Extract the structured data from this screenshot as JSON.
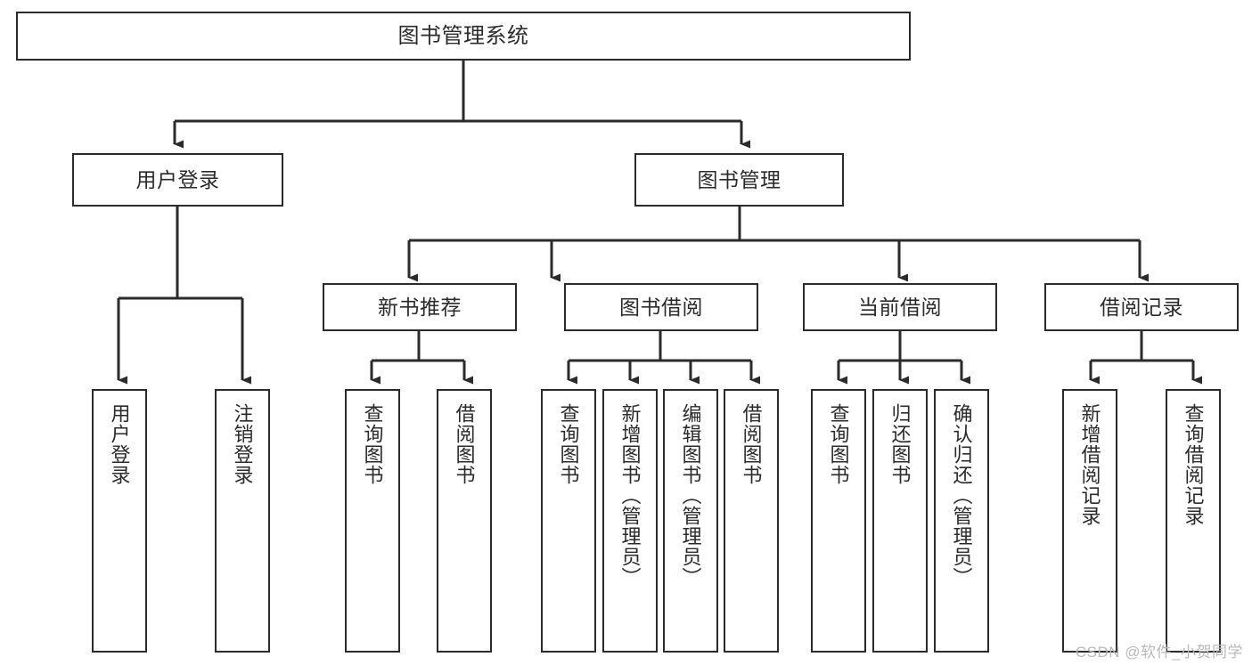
{
  "diagram": {
    "title": "图书管理系统",
    "type": "tree-hierarchy-diagram",
    "colors": {
      "box_border": "#2b2b2b",
      "box_fill": "#ffffff",
      "connector": "#2b2b2b",
      "text": "#2b2b2b",
      "background": "#ffffff",
      "watermark": "#b9b9b9"
    },
    "root": {
      "label": "图书管理系统"
    },
    "level2": [
      {
        "label": "用户登录"
      },
      {
        "label": "图书管理"
      }
    ],
    "level3": [
      {
        "label": "新书推荐"
      },
      {
        "label": "图书借阅"
      },
      {
        "label": "当前借阅"
      },
      {
        "label": "借阅记录"
      }
    ],
    "leaves": {
      "user_login": [
        {
          "label": "用户登录"
        },
        {
          "label": "注销登录"
        }
      ],
      "new_book_recommend": [
        {
          "label": "查询图书"
        },
        {
          "label": "借阅图书"
        }
      ],
      "book_borrow": [
        {
          "label": "查询图书"
        },
        {
          "label": "新增图书（管理员）"
        },
        {
          "label": "编辑图书（管理员）"
        },
        {
          "label": "借阅图书"
        }
      ],
      "current_borrow": [
        {
          "label": "查询图书"
        },
        {
          "label": "归还图书"
        },
        {
          "label": "确认归还（管理员）"
        }
      ],
      "borrow_record": [
        {
          "label": "新增借阅记录"
        },
        {
          "label": "查询借阅记录"
        }
      ]
    },
    "watermark": "CSDN @软件_小贺同学"
  }
}
